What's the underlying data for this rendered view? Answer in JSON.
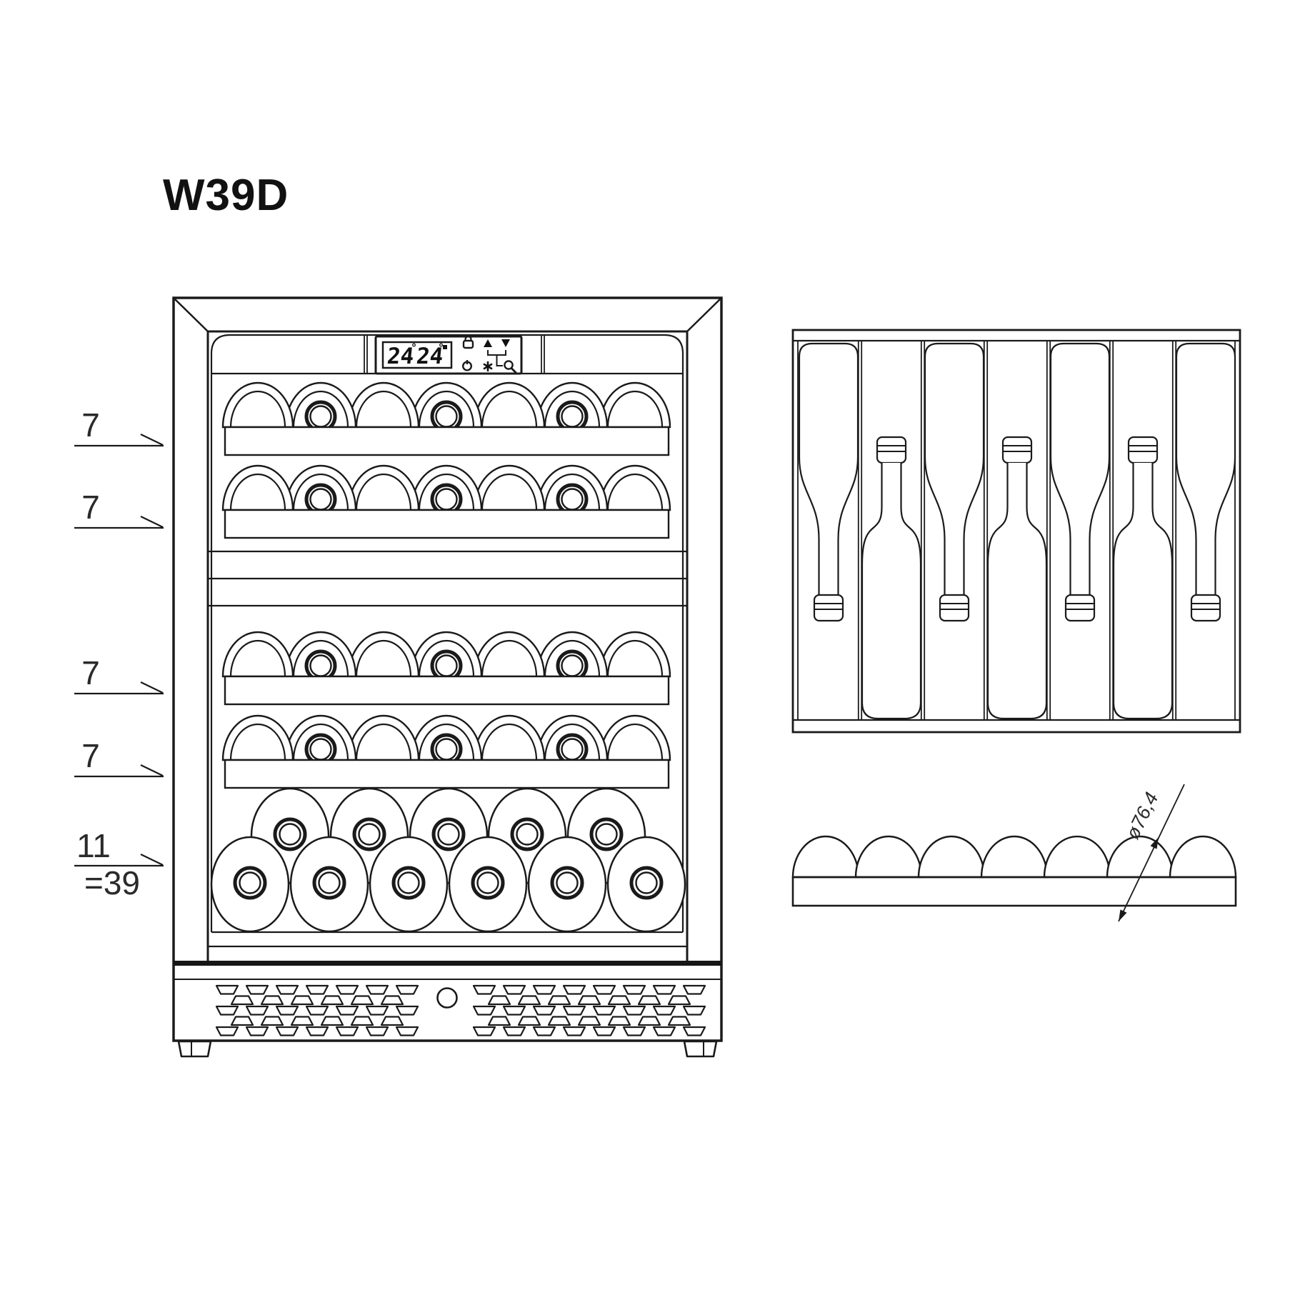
{
  "title": "W39D",
  "annotations": {
    "shelf1_count": "7",
    "shelf2_count": "7",
    "shelf3_count": "7",
    "shelf4_count": "7",
    "bulk_count": "11",
    "total_count": "=39"
  },
  "display": {
    "lcd_left": "24",
    "lcd_right": "24",
    "degree": "°",
    "icons": [
      "lock-icon",
      "up-arrow-icon",
      "down-arrow-icon",
      "power-icon",
      "snowflake-icon",
      "light-icon"
    ]
  },
  "dimension": {
    "bottle_diameter": "ø76,4"
  },
  "colors": {
    "line": "#1a1a1a",
    "background": "#ffffff"
  }
}
